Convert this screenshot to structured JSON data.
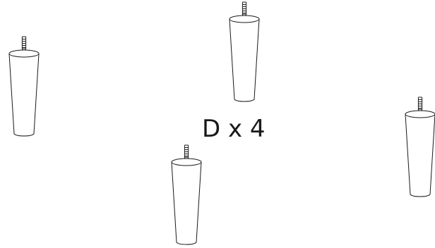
{
  "part": {
    "label": "D x 4",
    "item": "furniture-leg",
    "quantity": 4
  },
  "style": {
    "stroke": "#1a1a1a",
    "fill": "#ffffff"
  }
}
